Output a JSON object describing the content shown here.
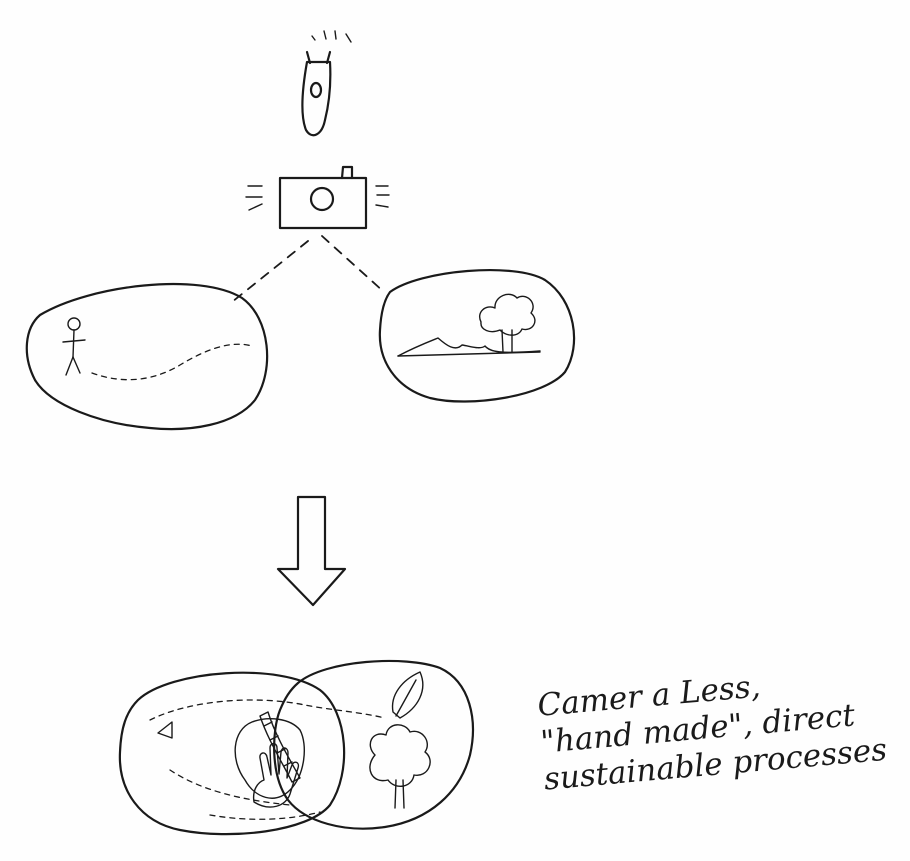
{
  "caption": {
    "line1": "Camer a Less,",
    "line2": "\"hand made\", direct",
    "line3": "sustainable processes"
  }
}
